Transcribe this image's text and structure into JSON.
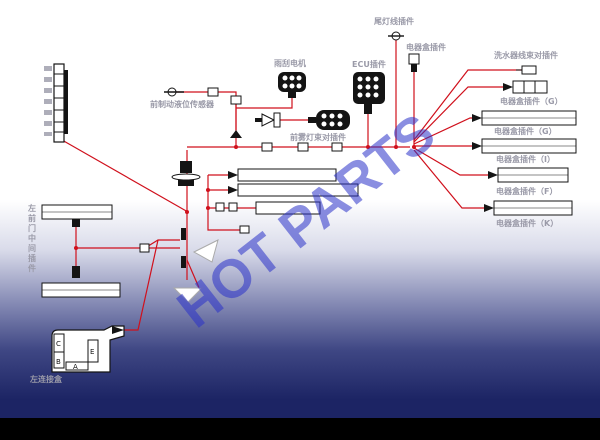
{
  "title": "B11-3724050",
  "watermark": "HOT PARTS",
  "colors": {
    "wire": "#d0101c",
    "connector": "#141414",
    "label": "#9a9aa8",
    "watermark": "#2a32c8"
  },
  "labels": {
    "left_vertical": "左前门中间插件",
    "left_box": "左连接盒",
    "brake_sensor": "前制动液位传感器",
    "wiper_motor": "雨刮电机",
    "ecu": "ECU插件",
    "tail_plug": "尾灯线插件",
    "box_plug_top": "电器盒插件",
    "washer_plug": "洗水器线束对插件",
    "fog_plug": "前雾灯束对插件",
    "box_g1": "电器盒插件（G）",
    "box_g2": "电器盒插件（G）",
    "box_i": "电器盒插件（I）",
    "box_f": "电器盒插件（F）",
    "box_k": "电器盒插件（K）"
  },
  "box_letters": {
    "c": "C",
    "b": "B",
    "e": "E",
    "a": "A"
  }
}
